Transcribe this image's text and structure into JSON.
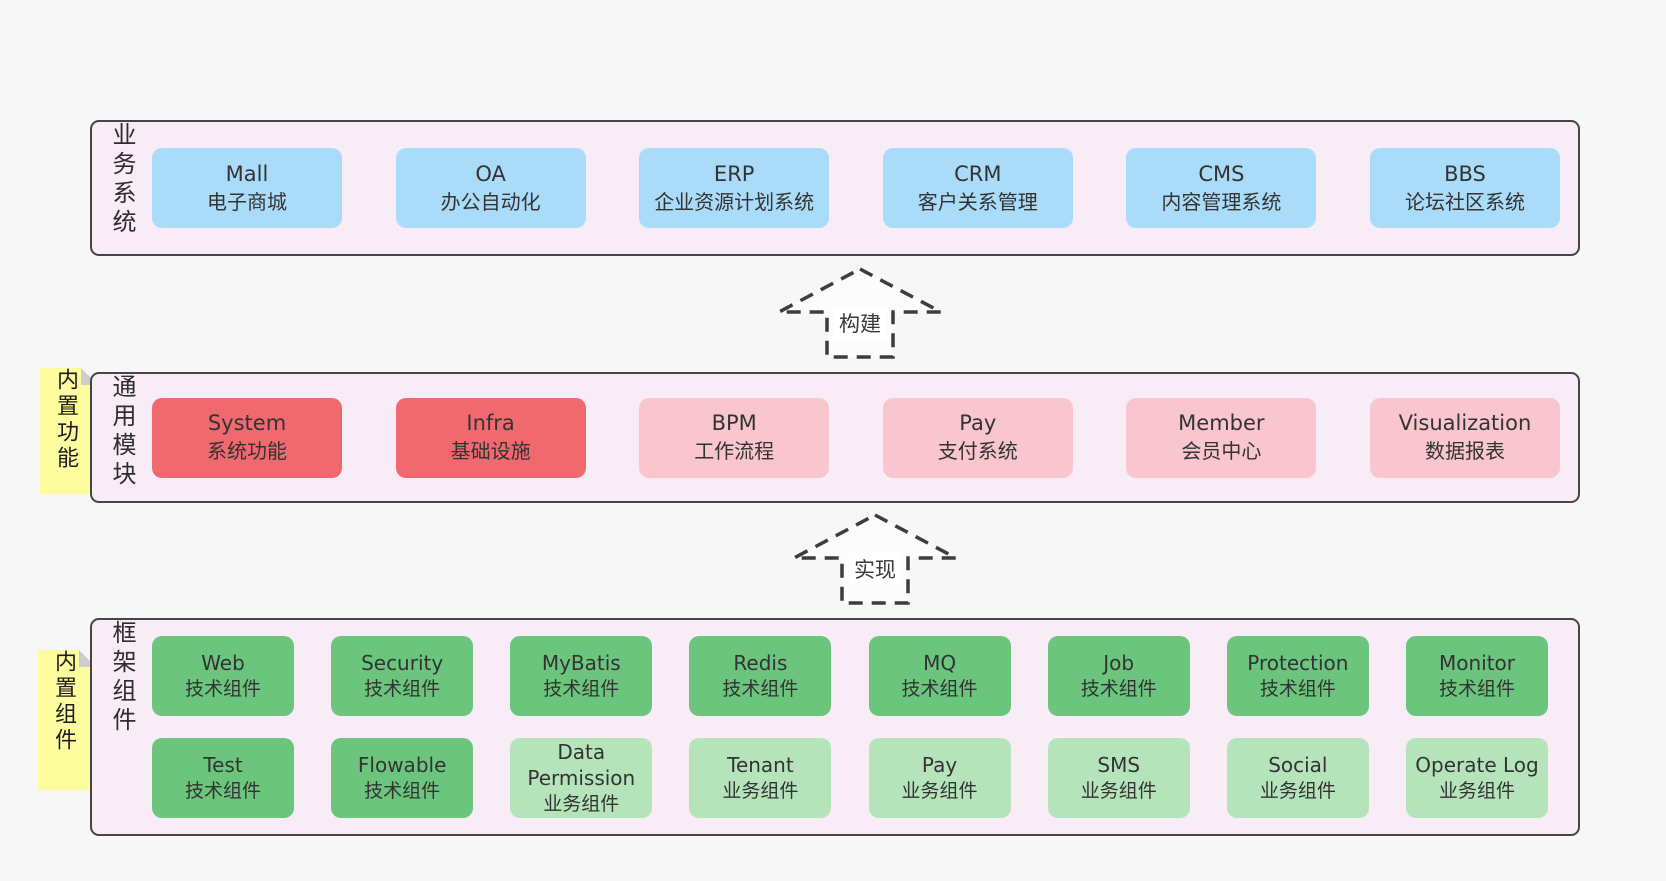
{
  "colors": {
    "page_bg": "#f7f7f7",
    "band_bg": "#f8ecf6",
    "band_border": "#454545",
    "blue_box": "#aadcfa",
    "red_box": "#f0696e",
    "pink_box": "#f9c6d0",
    "green_dark_box": "#6bc57d",
    "green_light_box": "#b5e4bb",
    "sticky_note": "#fdfc9e",
    "text": "#333333"
  },
  "bands": [
    {
      "label": "业务系统",
      "boxes": [
        {
          "name": "Mall",
          "desc": "电子商城"
        },
        {
          "name": "OA",
          "desc": "办公自动化"
        },
        {
          "name": "ERP",
          "desc": "企业资源计划系统"
        },
        {
          "name": "CRM",
          "desc": "客户关系管理"
        },
        {
          "name": "CMS",
          "desc": "内容管理系统"
        },
        {
          "name": "BBS",
          "desc": "论坛社区系统"
        }
      ]
    },
    {
      "label": "通用模块",
      "sticky": "内置功能",
      "boxes": [
        {
          "name": "System",
          "desc": "系统功能"
        },
        {
          "name": "Infra",
          "desc": "基础设施"
        },
        {
          "name": "BPM",
          "desc": "工作流程"
        },
        {
          "name": "Pay",
          "desc": "支付系统"
        },
        {
          "name": "Member",
          "desc": "会员中心"
        },
        {
          "name": "Visualization",
          "desc": "数据报表"
        }
      ]
    },
    {
      "label": "框架组件",
      "sticky": "内置组件",
      "rows": [
        [
          {
            "name": "Web",
            "desc": "技术组件"
          },
          {
            "name": "Security",
            "desc": "技术组件"
          },
          {
            "name": "MyBatis",
            "desc": "技术组件"
          },
          {
            "name": "Redis",
            "desc": "技术组件"
          },
          {
            "name": "MQ",
            "desc": "技术组件"
          },
          {
            "name": "Job",
            "desc": "技术组件"
          },
          {
            "name": "Protection",
            "desc": "技术组件"
          },
          {
            "name": "Monitor",
            "desc": "技术组件"
          }
        ],
        [
          {
            "name": "Test",
            "desc": "技术组件"
          },
          {
            "name": "Flowable",
            "desc": "技术组件"
          },
          {
            "name": "Data Permission",
            "desc": "业务组件"
          },
          {
            "name": "Tenant",
            "desc": "业务组件"
          },
          {
            "name": "Pay",
            "desc": "业务组件"
          },
          {
            "name": "SMS",
            "desc": "业务组件"
          },
          {
            "name": "Social",
            "desc": "业务组件"
          },
          {
            "name": "Operate Log",
            "desc": "业务组件"
          }
        ]
      ]
    }
  ],
  "arrows": [
    {
      "label": "构建"
    },
    {
      "label": "实现"
    }
  ]
}
